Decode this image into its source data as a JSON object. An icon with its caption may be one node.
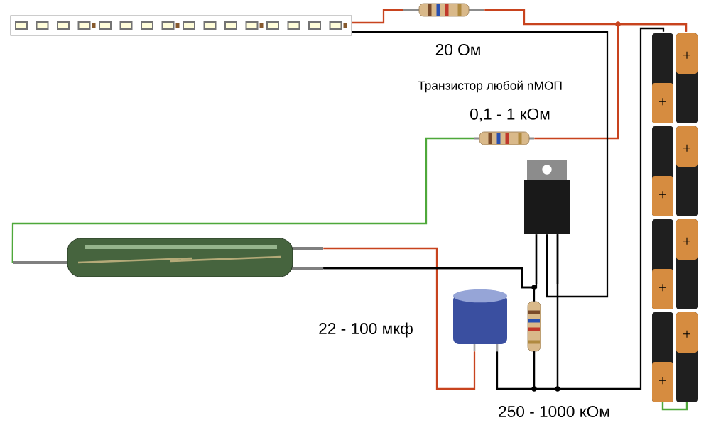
{
  "diagram": {
    "nodes": [
      {
        "text": [],
        "shape": "strip"
      },
      {
        "text": [],
        "shape": "resistor",
        "beside": [
          "20 Ом"
        ]
      },
      {
        "text": [],
        "shape": "battery"
      },
      {
        "text": [],
        "shape": "resistor",
        "beside": [
          "0,1 - 1 кОм"
        ]
      },
      {
        "text": [],
        "shape": "transistor"
      },
      {
        "text": [],
        "shape": "tube"
      },
      {
        "text": [],
        "shape": "capacitor",
        "beside": [
          "22 - 100 мкф"
        ]
      },
      {
        "text": [],
        "shape": "resistor",
        "beside": [
          "250 - 1000 кОм"
        ]
      }
    ],
    "edges": [
      {
        "from": 0,
        "to": 1,
        "arrow": "none",
        "color": "#c8431e"
      },
      {
        "from": 1,
        "to": 2,
        "arrow": "none",
        "color": "#c8431e"
      },
      {
        "from": 2,
        "to": 3,
        "arrow": "none",
        "color": "#c8431e"
      },
      {
        "from": 0,
        "to": 4,
        "arrow": "none"
      },
      {
        "from": 3,
        "to": 5,
        "arrow": "none",
        "color": "#4ea83a"
      },
      {
        "from": 5,
        "to": 6,
        "arrow": "none",
        "color": "#c8431e"
      },
      {
        "from": 5,
        "to": 4,
        "arrow": "none"
      },
      {
        "from": 5,
        "to": 7,
        "arrow": "none"
      },
      {
        "from": 6,
        "to": 7,
        "arrow": "none"
      },
      {
        "from": 7,
        "to": 4,
        "arrow": "none"
      },
      {
        "from": 4,
        "to": 2,
        "arrow": "none"
      }
    ],
    "labels": [
      "Транзистор любой nМОП"
    ]
  }
}
